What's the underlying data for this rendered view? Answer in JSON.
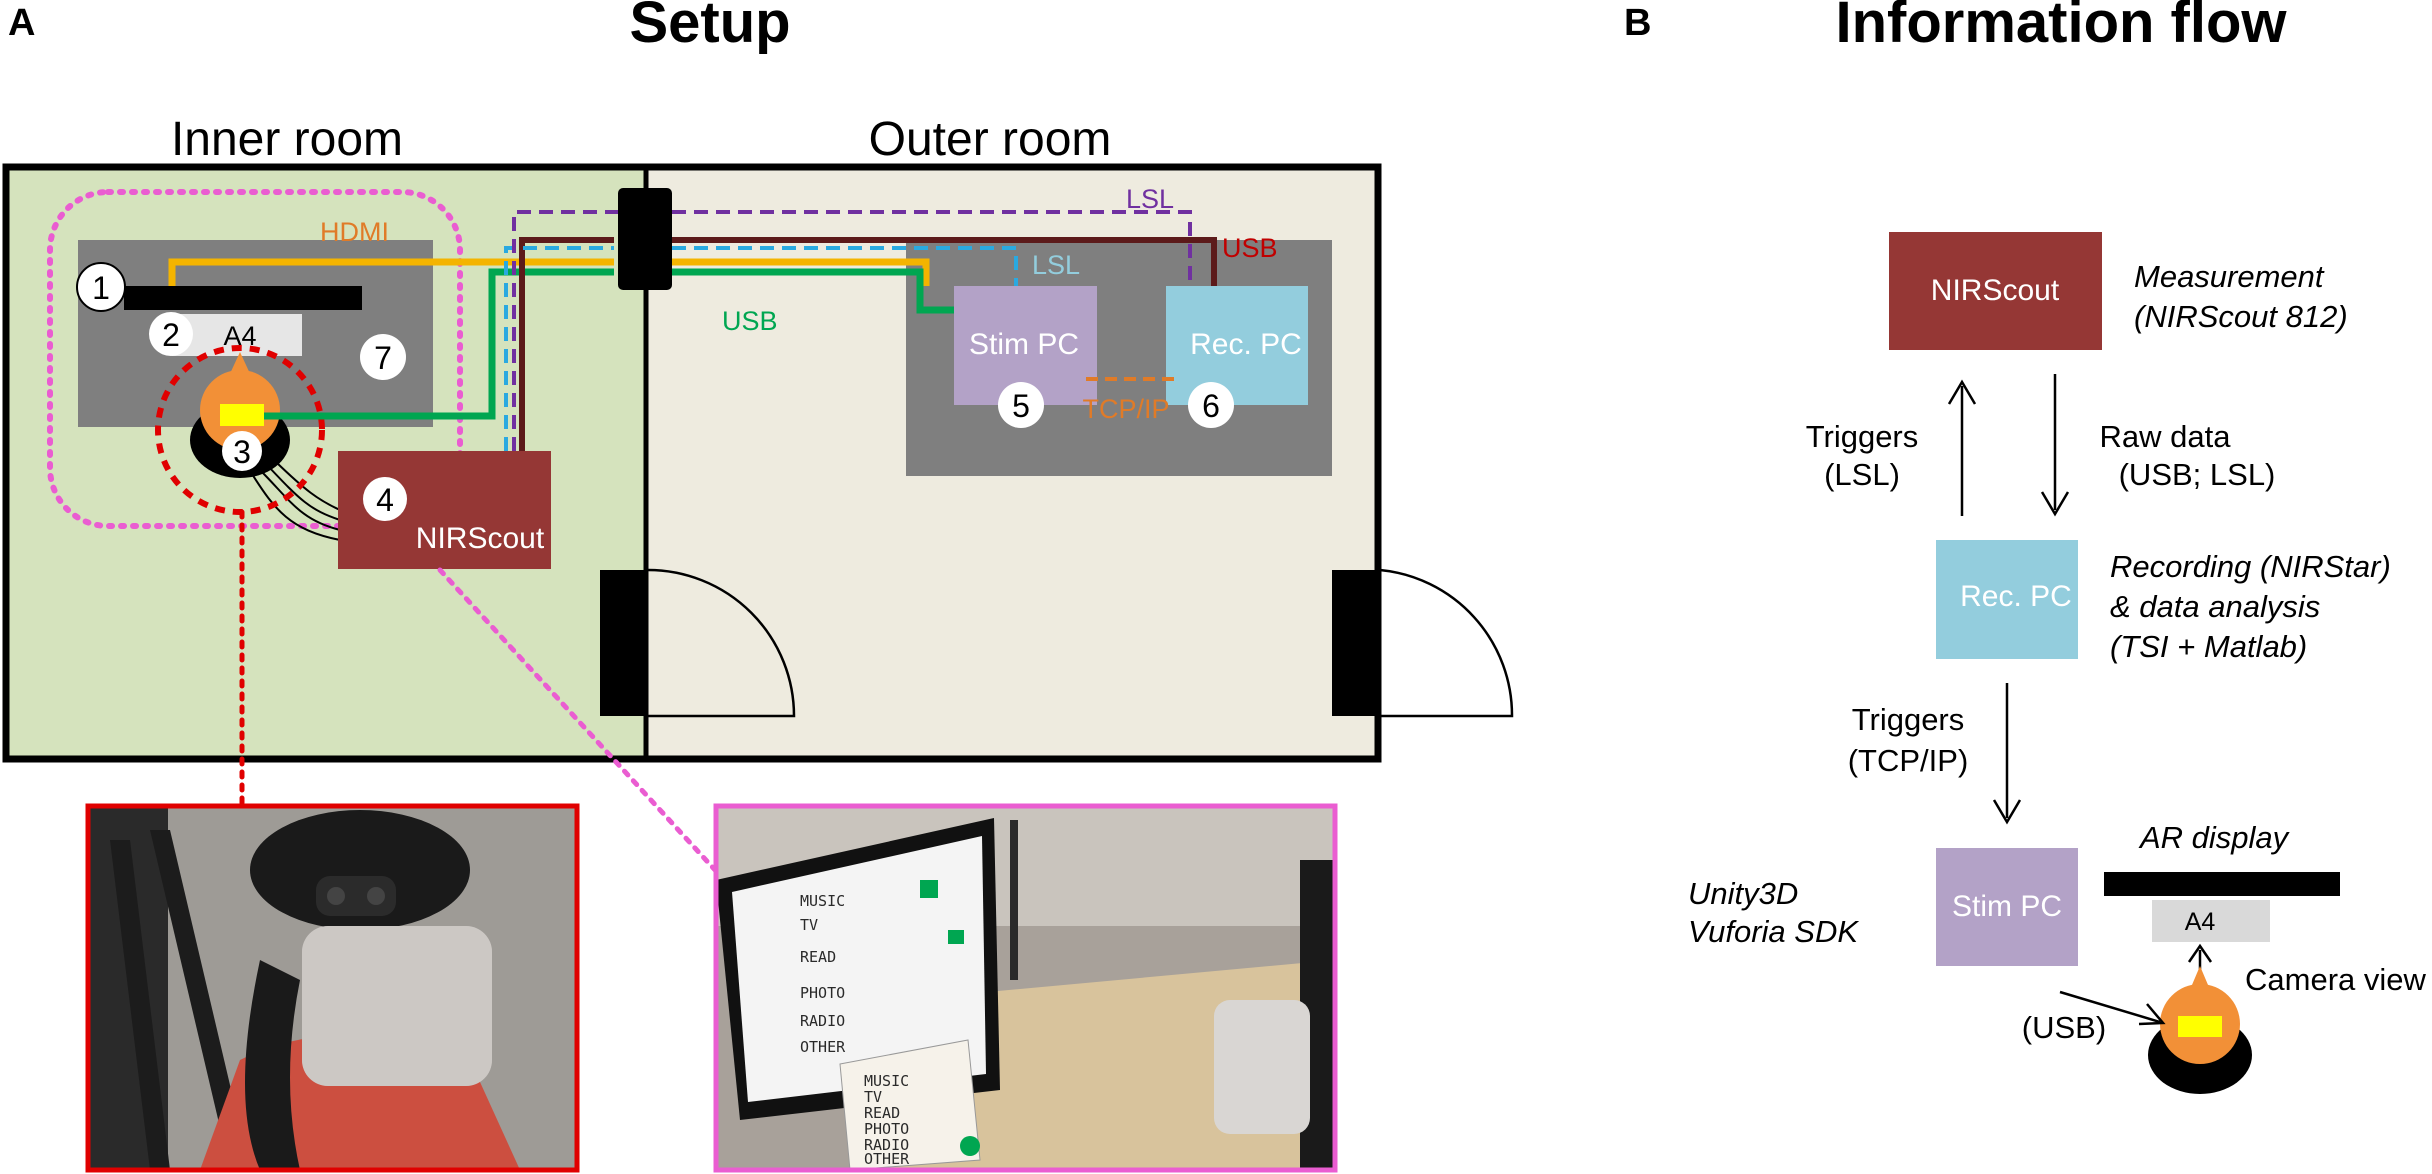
{
  "panel_a": {
    "letter": "A",
    "title": "Setup",
    "inner_room_title": "Inner room",
    "outer_room_title": "Outer room",
    "components": {
      "a4_label": "A4",
      "nirscout_label": "NIRScout",
      "stim_pc_label": "Stim PC",
      "rec_pc_label": "Rec. PC"
    },
    "markers": [
      "1",
      "2",
      "3",
      "4",
      "5",
      "6",
      "7"
    ],
    "cables": {
      "hdmi": "HDMI",
      "lsl_purple": "LSL",
      "usb_red": "USB",
      "lsl_blue": "LSL",
      "usb_green": "USB",
      "tcpip": "TCP/IP"
    },
    "photo_screen_text": [
      "MUSIC",
      "TV",
      "READ",
      "PHOTO",
      "RADIO",
      "OTHER"
    ],
    "photo_card_text": [
      "MUSIC",
      "TV",
      "READ",
      "PHOTO",
      "RADIO",
      "OTHER"
    ]
  },
  "panel_b": {
    "letter": "B",
    "title": "Information flow",
    "nirscout_label": "NIRScout",
    "measurement_line1": "Measurement",
    "measurement_line2": "(NIRScout 812)",
    "triggers_lsl_line1": "Triggers",
    "triggers_lsl_line2": "(LSL)",
    "raw_data_line1": "Raw data",
    "raw_data_line2": "(USB; LSL)",
    "rec_pc_label": "Rec. PC",
    "recording_line1": "Recording  (NIRStar)",
    "recording_line2": "&  data analysis",
    "recording_line3": "(TSI + Matlab)",
    "triggers_tcp_line1": "Triggers",
    "triggers_tcp_line2": "(TCP/IP)",
    "stim_pc_label": "Stim PC",
    "unity_line1": "Unity3D",
    "unity_line2": "Vuforia SDK",
    "ar_display_label": "AR display",
    "a4_label": "A4",
    "camera_view_label": "Camera view",
    "usb_label": "(USB)"
  },
  "colors": {
    "inner_room": "#d5e3bd",
    "outer_room": "#eeebdf",
    "table": "#7f7f7f",
    "nirscout": "#953735",
    "stim_pc": "#b3a2c7",
    "rec_pc": "#93cddd",
    "hdmi": "#f4b400",
    "usb_green": "#00a651",
    "usb_red": "#5c1a1a",
    "lsl_purple": "#7030a0",
    "lsl_blue": "#2aa9e0",
    "tcpip": "#e07b28",
    "pink_zone": "#ea5dd1",
    "red_zone": "#e00000",
    "subject_head": "#f29037",
    "camera": "#ffff00"
  }
}
